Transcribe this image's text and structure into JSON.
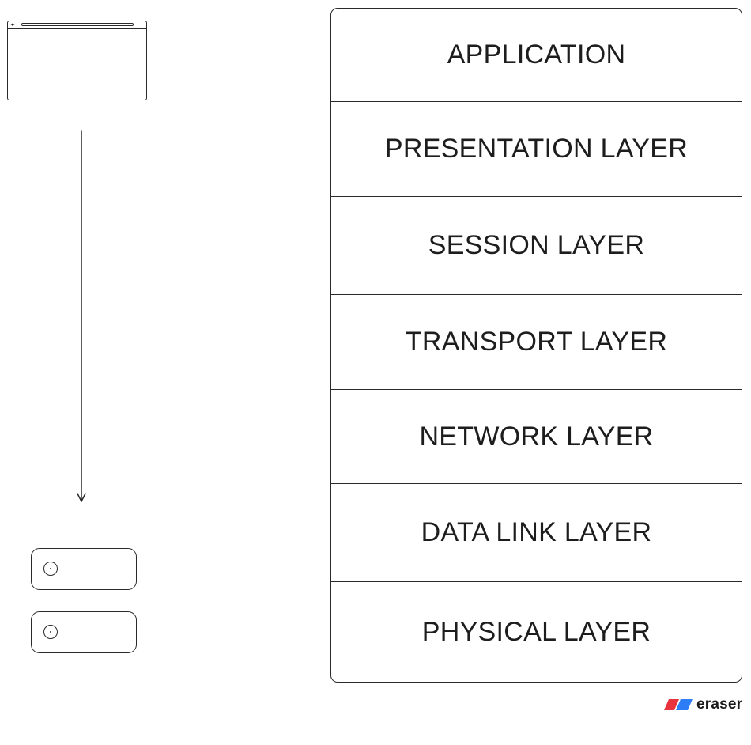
{
  "diagram": {
    "layers": [
      {
        "label": "APPLICATION"
      },
      {
        "label": "PRESENTATION LAYER"
      },
      {
        "label": "SESSION LAYER"
      },
      {
        "label": "TRANSPORT LAYER"
      },
      {
        "label": "NETWORK LAYER"
      },
      {
        "label": "DATA LINK LAYER"
      },
      {
        "label": "PHYSICAL LAYER"
      }
    ],
    "icons": {
      "client": "browser-window-icon",
      "servers": [
        "server-icon",
        "server-icon"
      ],
      "flow": "arrow-down"
    }
  },
  "watermark": {
    "text": "eraser",
    "logo_colors": [
      "#e8323c",
      "#2d7df6"
    ]
  }
}
